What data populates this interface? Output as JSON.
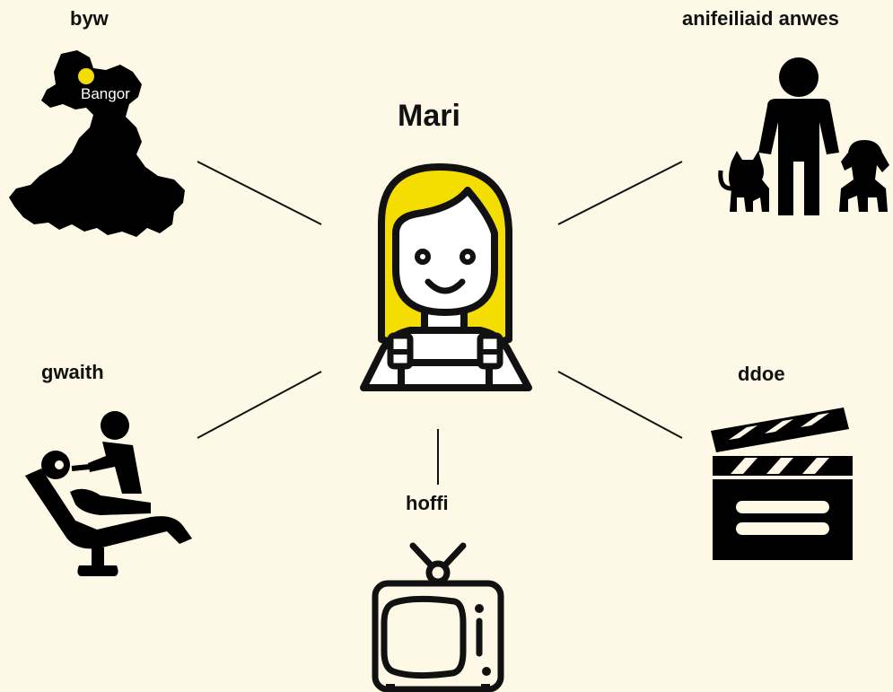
{
  "person": {
    "name": "Mari"
  },
  "topics": {
    "lives": {
      "label": "byw",
      "place": "Bangor"
    },
    "pets": {
      "label": "anifeiliaid anwes"
    },
    "work": {
      "label": "gwaith"
    },
    "past": {
      "label": "ddoe"
    },
    "likes": {
      "label": "hoffi"
    }
  },
  "colors": {
    "background": "#fdf9e6",
    "accent": "#f4dd00",
    "ink": "#111111"
  },
  "icons": {
    "center": "woman-overalls-icon",
    "lives": "wales-map-icon",
    "pets": "person-cat-dog-icon",
    "work": "dentist-chair-icon",
    "past": "clapperboard-icon",
    "likes": "television-icon"
  }
}
